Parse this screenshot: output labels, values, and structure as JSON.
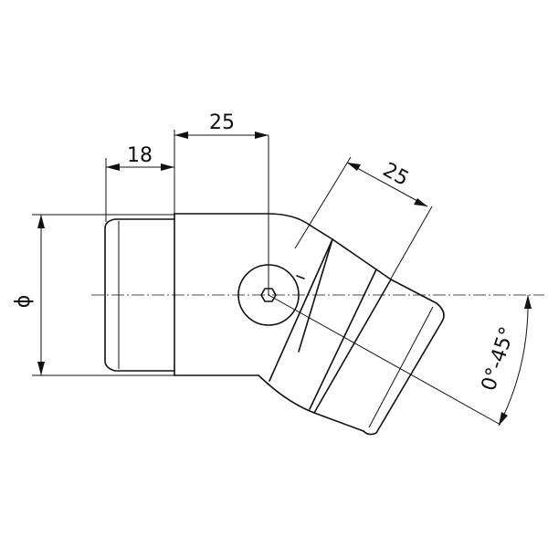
{
  "dimensions": {
    "sleeve_length": "18",
    "axis_offset": "25",
    "swivel_offset": "25",
    "diameter_symbol": "ϕ",
    "angle_range": "0°-45°"
  }
}
